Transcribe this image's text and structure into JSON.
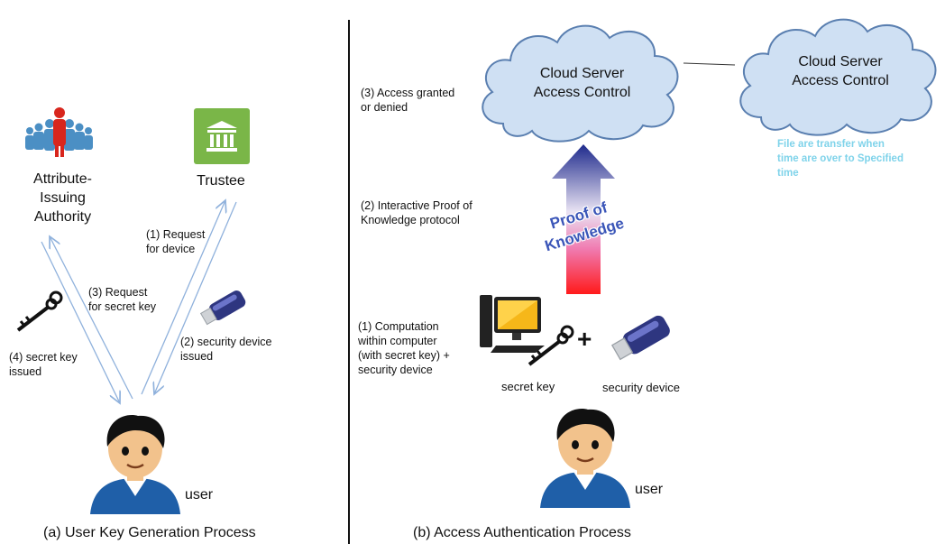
{
  "left": {
    "authority_label": "Attribute-\nIssuing\nAuthority",
    "trustee_label": "Trustee",
    "step1_label": "(1) Request\nfor device",
    "step2_label": "(2) security device\nissued",
    "step3_label": "(3) Request\nfor secret key",
    "step4_label": "(4) secret key\nissued",
    "user_label": "user",
    "caption": "(a) User Key Generation Process"
  },
  "right": {
    "cloud1_label": "Cloud Server\nAccess Control",
    "cloud2_label": "Cloud Server\nAccess Control",
    "transfer_note": "File are transfer when\ntime are over to Specified\ntime",
    "step3_label": "(3) Access granted\nor denied",
    "step2_label": "(2) Interactive Proof of\nKnowledge protocol",
    "step1_label": "(1) Computation\nwithin computer\n(with secret key) +\nsecurity device",
    "arrow_text": "Proof of\nKnowledge",
    "plus_sign": "+",
    "secret_key_label": "secret key",
    "security_device_label": "security device",
    "user_label": "user",
    "caption": "(b) Access Authentication Process"
  },
  "colors": {
    "arrow_line": "#8fb1dc",
    "cloud_fill": "#cfe0f3",
    "cloud_stroke": "#5a7fb0",
    "trustee_green": "#7ab648",
    "note_color": "#7fd3ea"
  }
}
